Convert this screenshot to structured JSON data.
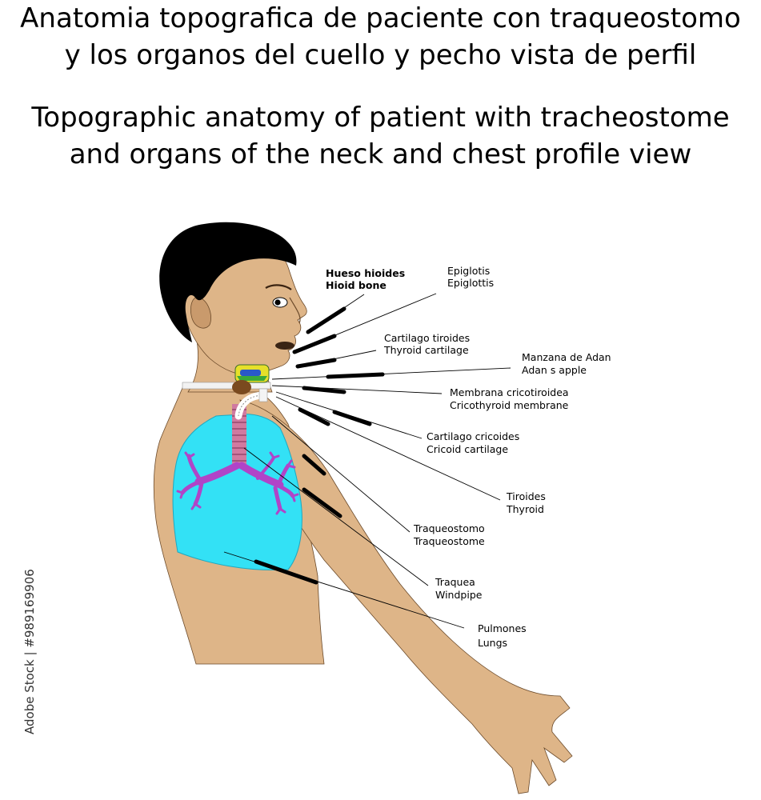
{
  "title": {
    "spanish": [
      "Anatomia topografica de paciente con traqueostomo",
      "y los organos del cuello y pecho vista de perfil"
    ],
    "english": [
      "Topographic anatomy of patient with tracheostome",
      "and organs of the neck and chest profile view"
    ]
  },
  "labels": [
    {
      "id": "hyoid",
      "es": "Hueso hioides",
      "en": "Hioid bone"
    },
    {
      "id": "epiglottis",
      "es": "Epiglotis",
      "en": "Epiglottis"
    },
    {
      "id": "thyroid-cartilage",
      "es": "Cartilago tiroides",
      "en": "Thyroid cartilage"
    },
    {
      "id": "adams-apple",
      "es": "Manzana de Adan",
      "en": "Adan s apple"
    },
    {
      "id": "cricothyroid",
      "es": "Membrana cricotiroidea",
      "en": "Cricothyroid membrane"
    },
    {
      "id": "cricoid",
      "es": "Cartilago cricoides",
      "en": "Cricoid cartilage"
    },
    {
      "id": "thyroid",
      "es": "Tiroides",
      "en": "Thyroid"
    },
    {
      "id": "tracheostome",
      "es": "Traqueostomo",
      "en": "Traqueostome"
    },
    {
      "id": "windpipe",
      "es": "Traquea",
      "en": "Windpipe"
    },
    {
      "id": "lungs",
      "es": "Pulmones",
      "en": "Lungs"
    }
  ],
  "watermark": "Adobe Stock | #989169906",
  "colors": {
    "skin": "#deb588",
    "hair": "#000000",
    "lung": "#33e1f5",
    "bronchi": "#b044c8",
    "trachea": "#d07aa0",
    "thyroid": "#7a4a1f",
    "pointer": "#000000"
  }
}
